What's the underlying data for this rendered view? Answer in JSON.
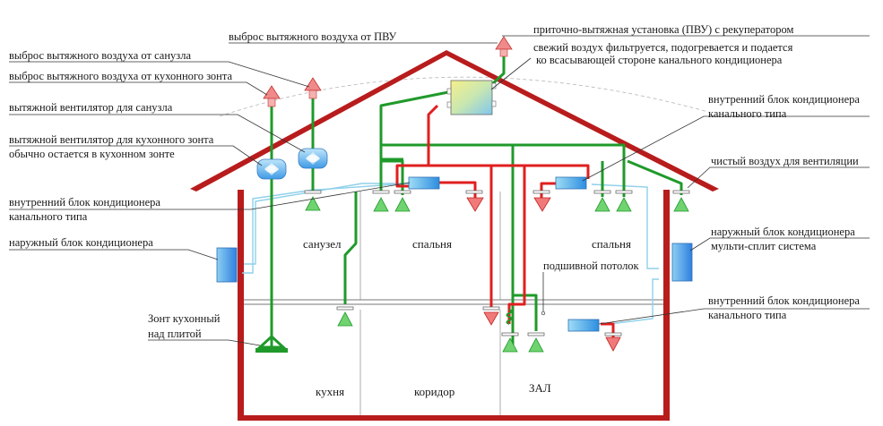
{
  "labels": {
    "pvu_exhaust": "выброс вытяжного воздуха от ПВУ",
    "bath_exhaust": "выброс вытяжного воздуха от санузла",
    "kitchen_exhaust": "выброс вытяжного воздуха от кухонного зонта",
    "bath_fan": "вытяжной вентилятор для санузла",
    "hood_fan_1": "вытяжной вентилятор для кухонного зонта",
    "hood_fan_2": "обычно остается в кухонном зонте",
    "indoor_left_1": "внутренний блок кондиционера",
    "indoor_left_2": "канального типа",
    "outdoor_left": "наружный блок кондиционера",
    "hood_1": "Зонт кухонный",
    "hood_2": "над плитой",
    "pvu_1": "приточно-вытяжная установка (ПВУ) с рекуператором",
    "pvu_2": "свежий воздух фильтруется, подогревается и подается",
    "pvu_3": "ко всасывающей стороне канального кондиционера",
    "indoor_right_1": "внутренний блок кондиционера",
    "indoor_right_2": "канального типа",
    "clean_air": "чистый воздух для вентиляции",
    "outdoor_right_1": "наружный блок кондиционера",
    "outdoor_right_2": "мульти-сплит система",
    "false_ceiling": "подшивной потолок",
    "indoor_bottom_1": "внутренний блок кондиционера",
    "indoor_bottom_2": "канального типа"
  },
  "rooms": {
    "bathroom": "санузел",
    "bedroom_left": "спальня",
    "bedroom_right": "спальня",
    "kitchen": "кухня",
    "corridor": "коридор",
    "hall": "ЗАЛ"
  },
  "colors": {
    "wall": "#b81c1c",
    "supply_red": "#e01f1f",
    "exhaust_green": "#1f9a2a",
    "refrigerant_line": "#8fd0ea",
    "unit_blue": "#4aa8e8"
  }
}
